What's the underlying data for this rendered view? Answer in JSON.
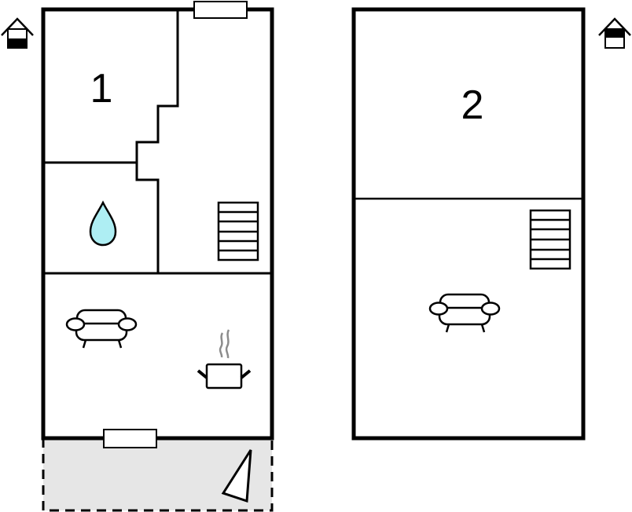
{
  "floorplan": {
    "title": "",
    "colors": {
      "wall": "#000000",
      "background": "#ffffff",
      "terrace": "#e6e6e6",
      "water": "#aeeef3",
      "steam": "#8c8c8c"
    },
    "floors": [
      {
        "id": "floor-1",
        "label": "1",
        "level_indicator": "ground-floor-icon",
        "rooms": [
          "bedroom",
          "bathroom",
          "hall-with-stairs",
          "living-kitchen"
        ],
        "symbols": [
          "water-drop-icon",
          "stairs-icon",
          "armchair-icon",
          "cooking-pot-icon",
          "window",
          "door",
          "terrace",
          "compass-pointer-icon"
        ]
      },
      {
        "id": "floor-2",
        "label": "2",
        "level_indicator": "upper-floor-icon",
        "rooms": [
          "bedroom",
          "living-room-with-stairs"
        ],
        "symbols": [
          "stairs-icon",
          "armchair-icon"
        ]
      }
    ]
  }
}
